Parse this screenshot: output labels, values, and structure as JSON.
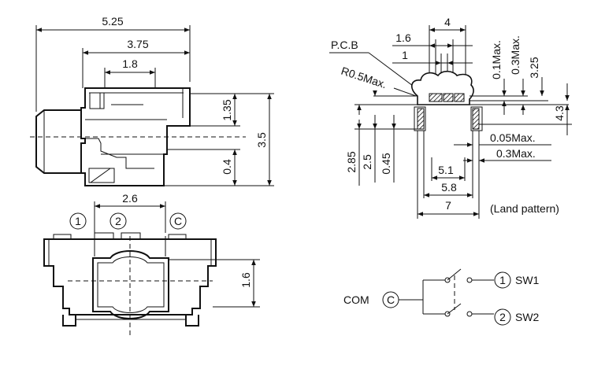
{
  "front_view": {
    "dim_overall": "5.25",
    "dim_body": "3.75",
    "dim_knob": "1.8",
    "dim_height_upper": "1.35",
    "dim_height_lower": "0.4",
    "dim_height_total": "3.5"
  },
  "mount_view": {
    "dim_width_top": "4",
    "dim_pad_spacing": "1.6",
    "dim_pad_width": "1",
    "dim_clearance_1": "0.1Max.",
    "dim_clearance_2": "0.3Max.",
    "dim_height_pcb": "3.25",
    "dim_height_total": "4.3",
    "label_pcb": "P.C.B",
    "label_radius": "R0.5Max.",
    "dim_h1": "2.85",
    "dim_h2": "2.5",
    "dim_h3": "0.45",
    "dim_gap_small": "0.05Max.",
    "dim_gap_large": "0.3Max.",
    "dim_w1": "5.1",
    "dim_w2": "5.8",
    "dim_w3": "7",
    "label_land": "(Land pattern)"
  },
  "bottom_view": {
    "dim_pin_pitch": "2.6",
    "dim_height": "1.6",
    "pin1_label": "1",
    "pin2_label": "2",
    "pinc_label": "C"
  },
  "schematic": {
    "com_label": "COM",
    "com_pin": "C",
    "sw1_pin": "1",
    "sw1_label": "SW1",
    "sw2_pin": "2",
    "sw2_label": "SW2"
  }
}
